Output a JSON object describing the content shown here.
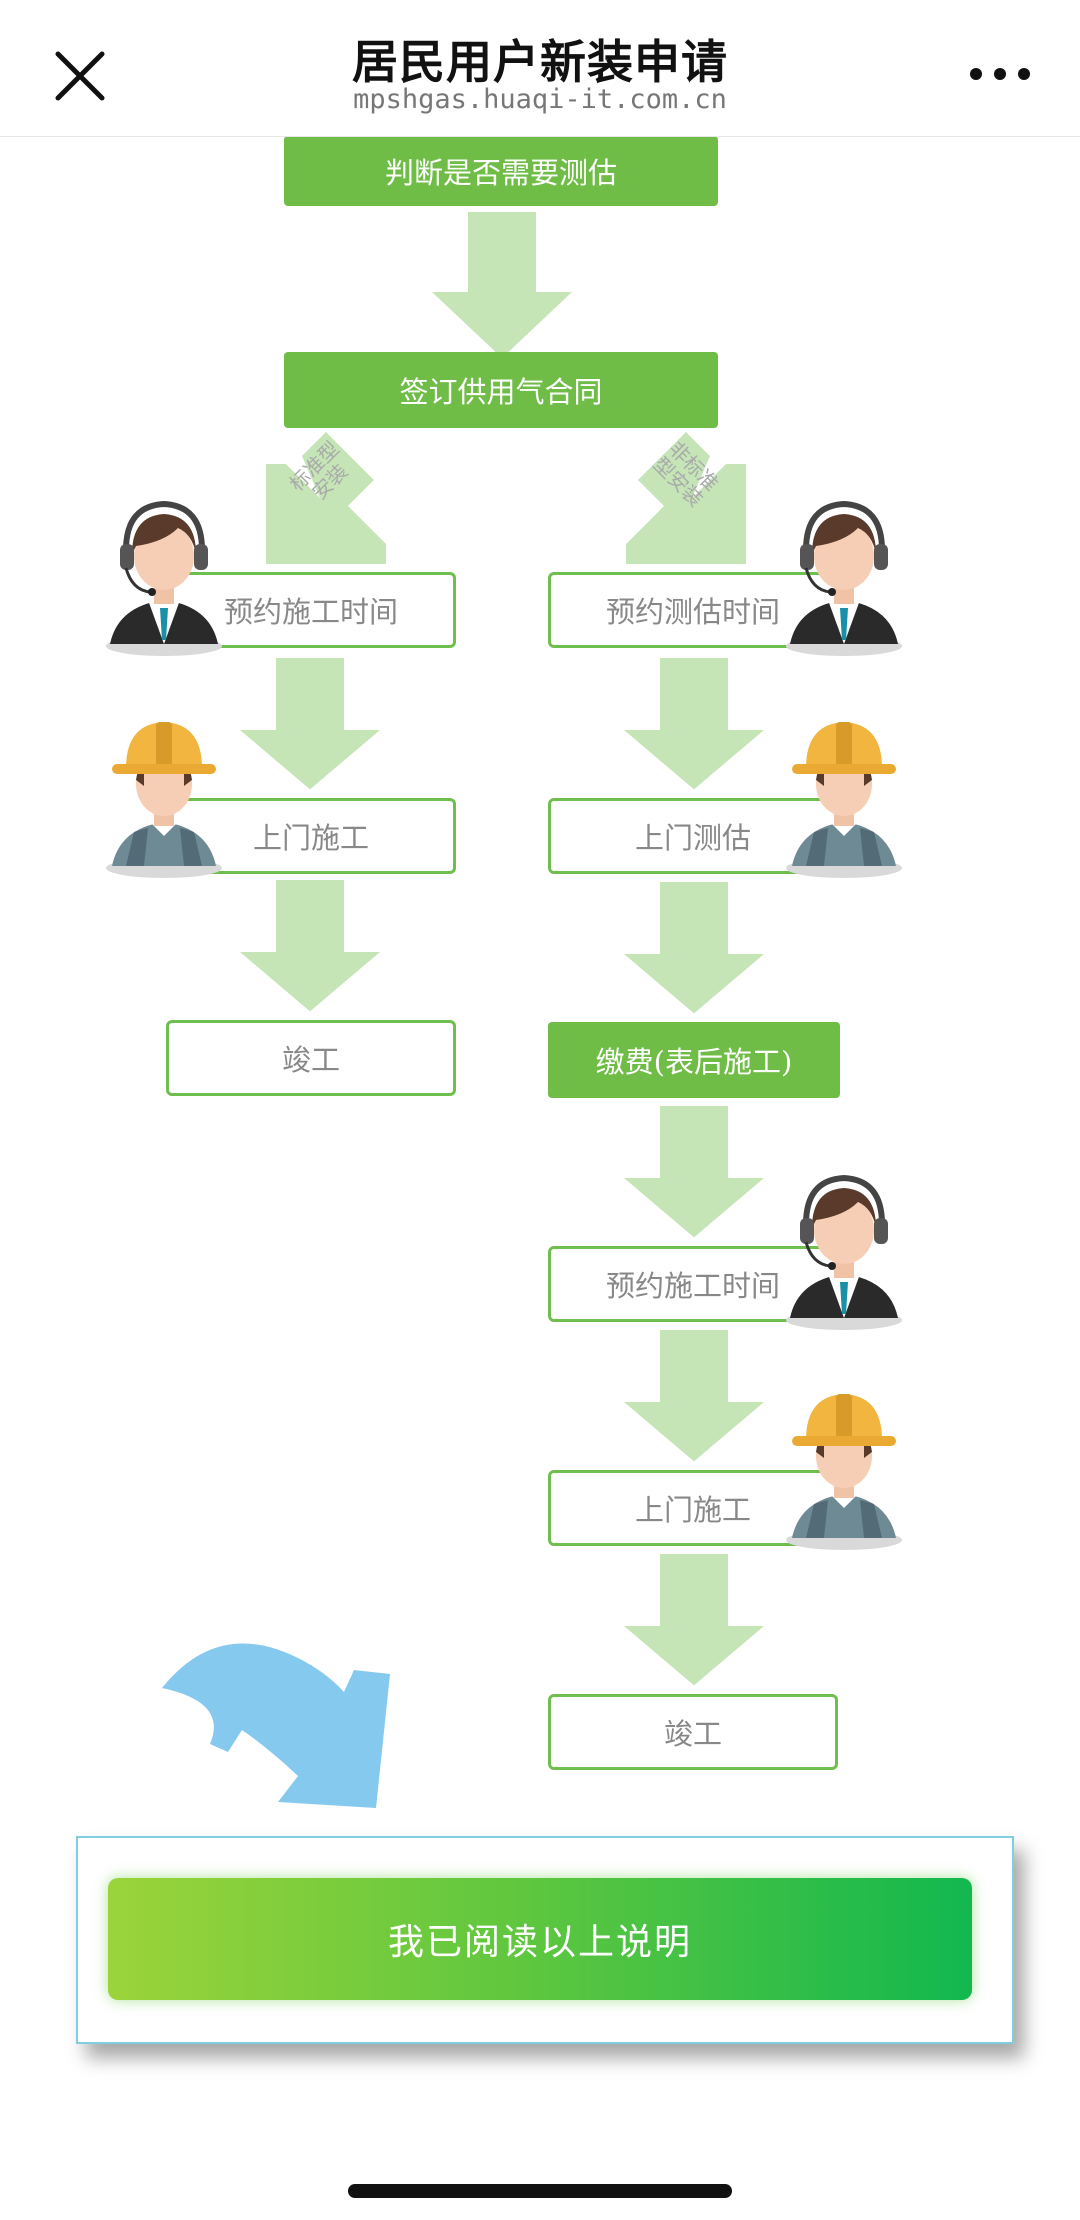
{
  "header": {
    "title": "居民用户新装申请",
    "subtitle": "mpshgas.huaqi-it.com.cn",
    "close_icon": "close-icon",
    "more_icon": "more-icon"
  },
  "flow": {
    "judge_step": "判断是否需要测估",
    "contract_step": "签订供用气合同",
    "branch_left_label": "标准型安装",
    "branch_right_label": "非标准型安装",
    "left": {
      "step1": "预约施工时间",
      "step2": "上门施工",
      "step3": "竣工"
    },
    "right": {
      "step1": "预约测估时间",
      "step2": "上门测估",
      "step3": "缴费(表后施工)",
      "step4": "预约施工时间",
      "step5": "上门施工",
      "step6": "竣工"
    }
  },
  "colors": {
    "box_border": "#6fbf4e",
    "box_fill": "#6fbd47",
    "arrow": "#c5e5b7",
    "pointer": "#86c9ef"
  },
  "confirm": {
    "button_label": "我已阅读以上说明"
  }
}
